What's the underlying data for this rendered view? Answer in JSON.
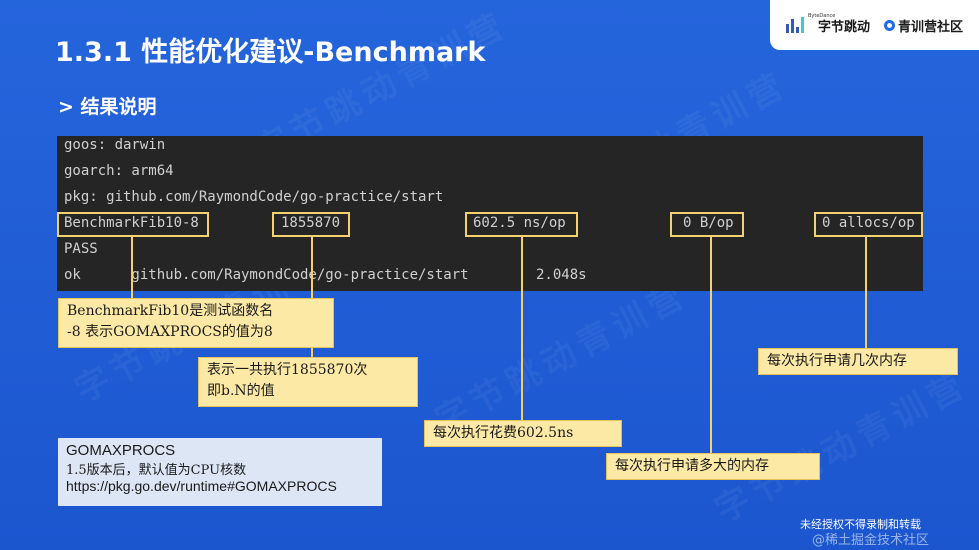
{
  "header": {
    "title": "1.3.1 性能优化建议-Benchmark",
    "subtitle": "> 结果说明"
  },
  "logo": {
    "bytedance_small": "ByteDance",
    "bytedance": "字节跳动",
    "youth_camp": "青训营社区"
  },
  "terminal": {
    "lines": [
      "goos: darwin",
      "goarch: arm64",
      "pkg: github.com/RaymondCode/go-practice/start",
      "",
      "PASS",
      "ok      github.com/RaymondCode/go-practice/start        2.048s"
    ],
    "bench_cols": [
      "BenchmarkFib10-8",
      "1855870",
      "602.5 ns/op",
      "0 B/op",
      "0 allocs/op"
    ]
  },
  "notes": {
    "fn_name_1": "BenchmarkFib10是测试函数名",
    "fn_name_2": "-8  表示GOMAXPROCS的值为8",
    "count_1": "表示一共执行1855870次",
    "count_2": "即b.N的值",
    "ns_op": "每次执行花费602.5ns",
    "b_op": "每次执行申请多大的内存",
    "allocs_op": "每次执行申请几次内存"
  },
  "gomaxprocs": {
    "title": "GOMAXPROCS",
    "desc": "1.5版本后，默认值为CPU核数",
    "link": "https://pkg.go.dev/runtime#GOMAXPROCS"
  },
  "footer": {
    "notice": "未经授权不得录制和转载",
    "watermark": "@稀土掘金技术社区"
  },
  "colors": {
    "background": "#1f5fd6",
    "terminal_bg": "#252526",
    "highlight": "#f4d06f",
    "note_bg": "#fde9a6"
  }
}
